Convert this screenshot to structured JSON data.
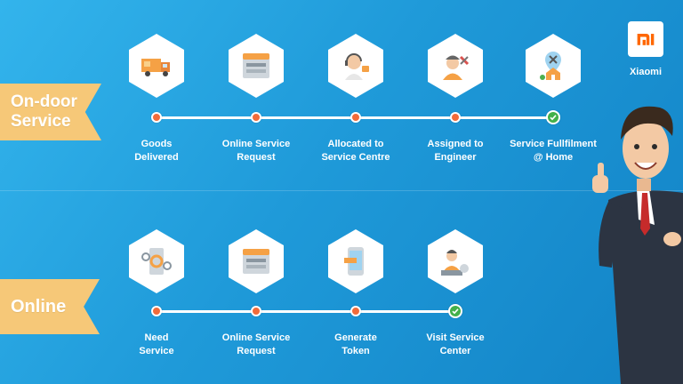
{
  "sections": {
    "on_door": {
      "label_line1": "On-door",
      "label_line2": "Service",
      "steps": [
        {
          "line1": "Goods",
          "line2": "Delivered",
          "icon": "delivery-truck-icon",
          "done": false
        },
        {
          "line1": "Online Service",
          "line2": "Request",
          "icon": "browser-window-icon",
          "done": false
        },
        {
          "line1": "Allocated to",
          "line2": "Service Centre",
          "icon": "support-agent-icon",
          "done": false
        },
        {
          "line1": "Assigned to",
          "line2": "Engineer",
          "icon": "engineer-icon",
          "done": false
        },
        {
          "line1": "Service Fullfilment",
          "line2": "@ Home",
          "icon": "home-location-icon",
          "done": true
        }
      ]
    },
    "online": {
      "label": "Online",
      "steps": [
        {
          "line1": "Need",
          "line2": "Service",
          "icon": "phone-settings-icon",
          "done": false
        },
        {
          "line1": "Online Service",
          "line2": "Request",
          "icon": "browser-window-icon",
          "done": false
        },
        {
          "line1": "Generate",
          "line2": "Token",
          "icon": "mobile-token-icon",
          "done": false
        },
        {
          "line1": "Visit Service",
          "line2": "Center",
          "icon": "service-desk-icon",
          "done": true
        }
      ]
    }
  },
  "brand": {
    "logo_text": "mi",
    "name": "Xiaomi",
    "accent": "#f26b3a",
    "done_color": "#43b04a",
    "ribbon_color": "#f6c878",
    "logo_color": "#ff6700"
  }
}
